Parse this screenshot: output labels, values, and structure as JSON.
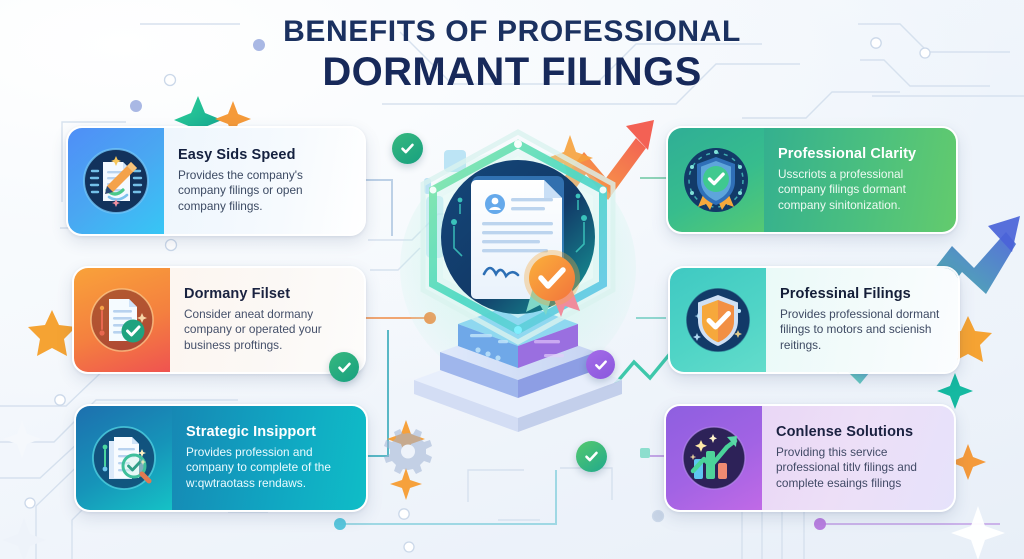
{
  "header": {
    "line1": "BENEFITS OF PROFESSIONAL",
    "line2": "DORMANT FILINGS"
  },
  "colors": {
    "title": "#17295a",
    "page_bg": "#f2f6fb",
    "accent_green": "#37b87f",
    "accent_orange": "#f4803f",
    "accent_teal": "#10a6c2",
    "accent_purple": "#a263e4",
    "accent_blue": "#4f8ef7"
  },
  "cards": {
    "left": [
      {
        "id": "easy-sids-speed",
        "title": "Easy Sids Speed",
        "desc": "Provides the company's company filings or open company filings.",
        "icon": "document-pencil-icon",
        "pane_color": "#4aa7f2"
      },
      {
        "id": "dormany-filset",
        "title": "Dormany Filset",
        "desc": "Consider aneat dormany company or operated your business proftings.",
        "icon": "document-check-icon",
        "pane_color": "#f4803f"
      },
      {
        "id": "strategic-insipport",
        "title": "Strategic Insipport",
        "desc": "Provides profession and company to complete of the w:qwtraotass rendaws.",
        "icon": "document-magnifier-icon",
        "pane_color": "#1694b9"
      }
    ],
    "right": [
      {
        "id": "professional-clarity",
        "title": "Professional Clarity",
        "desc": "Usscriots a professional company filings dormant company sinitonization.",
        "icon": "shield-check-icon",
        "pane_color": "#37bd8d"
      },
      {
        "id": "professinal-filings",
        "title": "Professinal Filings",
        "desc": "Provides professional dormant filings to motors and scienish reitings.",
        "icon": "shield-check-orange-icon",
        "pane_color": "#4fd4c6"
      },
      {
        "id": "conlense-solutions",
        "title": "Conlense Solutions",
        "desc": "Providing this service professional titlv filings and complete esaings filings",
        "icon": "growth-chart-icon",
        "pane_color": "#a263e4"
      }
    ]
  },
  "center": {
    "name": "certified-document-hexagon",
    "elements": [
      "hexagon-frame",
      "dark-circle",
      "document-sheet",
      "avatar-badge",
      "signature-line",
      "certificate-ribbon-badge",
      "isometric-platform"
    ]
  },
  "decorations": {
    "checks": [
      {
        "name": "check-badge-top",
        "color": "green"
      },
      {
        "name": "check-badge-mid-left",
        "color": "green"
      },
      {
        "name": "check-badge-right",
        "color": "purple"
      },
      {
        "name": "check-badge-lower",
        "color": "green"
      }
    ],
    "sparkles": [
      {
        "name": "sparkle-green-top-left",
        "color": "#21b57f"
      },
      {
        "name": "sparkle-orange-top-left",
        "color": "#f59a3a"
      },
      {
        "name": "sparkle-orange-center",
        "color": "#f6a13c"
      },
      {
        "name": "sparkle-teal-right",
        "color": "#19b5a0"
      },
      {
        "name": "sparkle-orange-right",
        "color": "#f49a3b"
      },
      {
        "name": "sparkle-white-bottom-right",
        "color": "#ffffff"
      },
      {
        "name": "sparkle-white-bottom-left",
        "color": "#eef3fa"
      }
    ],
    "stars": [
      {
        "name": "star-orange-left",
        "color": "#f5a333"
      },
      {
        "name": "star-orange-right",
        "color": "#f5a333"
      }
    ],
    "arrows": [
      {
        "name": "growth-arrow-top-right",
        "from": "#4fd38f",
        "to": "#4a63d8"
      },
      {
        "name": "growth-arrow-orange-center",
        "from": "#f9a03c",
        "to": "#f2594b"
      },
      {
        "name": "growth-arrow-bottom-right",
        "from": "#57d2b4",
        "to": "#a05fe2"
      },
      {
        "name": "growth-line-teal-small",
        "color": "#1fbf9c"
      }
    ],
    "gear": {
      "name": "gear-icon",
      "color": "#9fb2d4"
    },
    "circuit": {
      "name": "circuit-trace-pattern",
      "color": "#d3dfee"
    }
  }
}
